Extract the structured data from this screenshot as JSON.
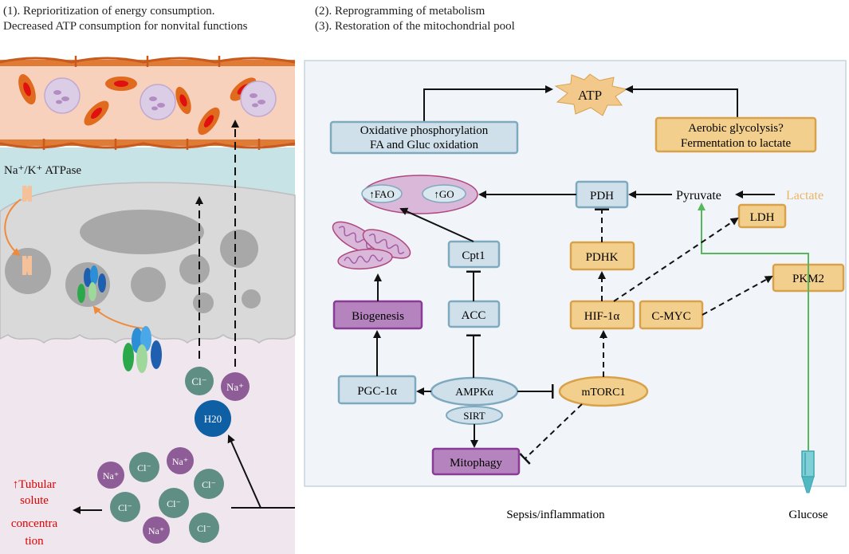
{
  "header": {
    "line1": "(1). Reprioritization of energy consumption.",
    "line2": "Decreased ATP consumption for nonvital functions",
    "line3": "(2). Reprogramming of metabolism",
    "line4": "(3). Restoration of the mitochondrial pool"
  },
  "left": {
    "pump_label": "Na⁺/K⁺ ATPase",
    "ion_cl": "Cl⁻",
    "ion_na": "Na⁺",
    "water": "H20",
    "tubular_1": "↑Tubular",
    "tubular_2": "solute",
    "tubular_3": "concentra",
    "tubular_4": "tion"
  },
  "right": {
    "atp": "ATP",
    "ox_1": "Oxidative phosphorylation",
    "ox_2": "FA and Gluc oxidation",
    "gly_1": "Aerobic glycolysis?",
    "gly_2": "Fermentation to lactate",
    "fao": "↑FAO",
    "go": "↑GO",
    "pdh": "PDH",
    "pyruvate": "Pyruvate",
    "lactate": "Lactate",
    "ldh": "LDH",
    "cpt1": "Cpt1",
    "pdhk": "PDHK",
    "pkm2": "PKM2",
    "biogenesis": "Biogenesis",
    "acc": "ACC",
    "hif": "HIF-1α",
    "cmyc": "C-MYC",
    "pgc": "PGC-1α",
    "ampk": "AMPKα",
    "sirt": "SIRT",
    "mtorc": "mTORC1",
    "mitophagy": "Mitophagy",
    "sepsis": "Sepsis/inflammation",
    "glucose": "Glucose"
  },
  "colors": {
    "blue_box_fill": "#cfe0ea",
    "blue_box_stroke": "#7fa9bf",
    "orange_fill": "#f3cf8e",
    "orange_stroke": "#d9a24a",
    "purple_fill": "#b583bd",
    "purple_stroke": "#8a3a97",
    "panel_bg": "#f1f5f9",
    "red_text": "#e00000",
    "lactate_text": "#e9b566",
    "green_line": "#56b85a"
  }
}
